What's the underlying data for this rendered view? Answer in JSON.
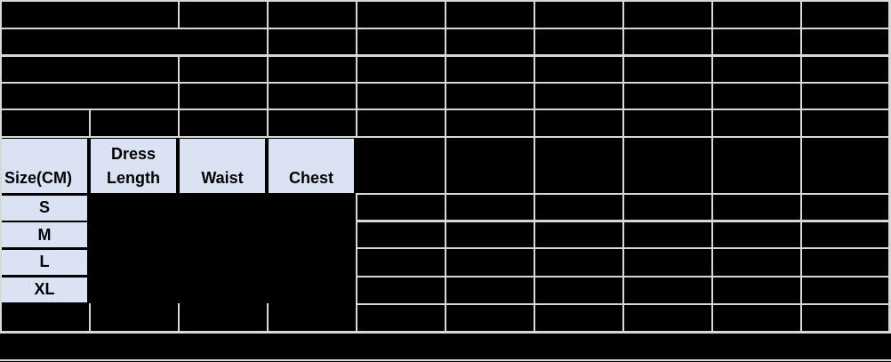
{
  "size_chart": {
    "corner_header": "Size(CM)",
    "measurement_columns": [
      "Dress Length",
      "Waist",
      "Chest"
    ],
    "size_rows": [
      "S",
      "M",
      "L",
      "XL"
    ]
  },
  "colors": {
    "table_background": "#000000",
    "grid_line": "#d8d8d8",
    "header_cell_fill": "#dbe2f3",
    "cell_text": "#000000"
  }
}
